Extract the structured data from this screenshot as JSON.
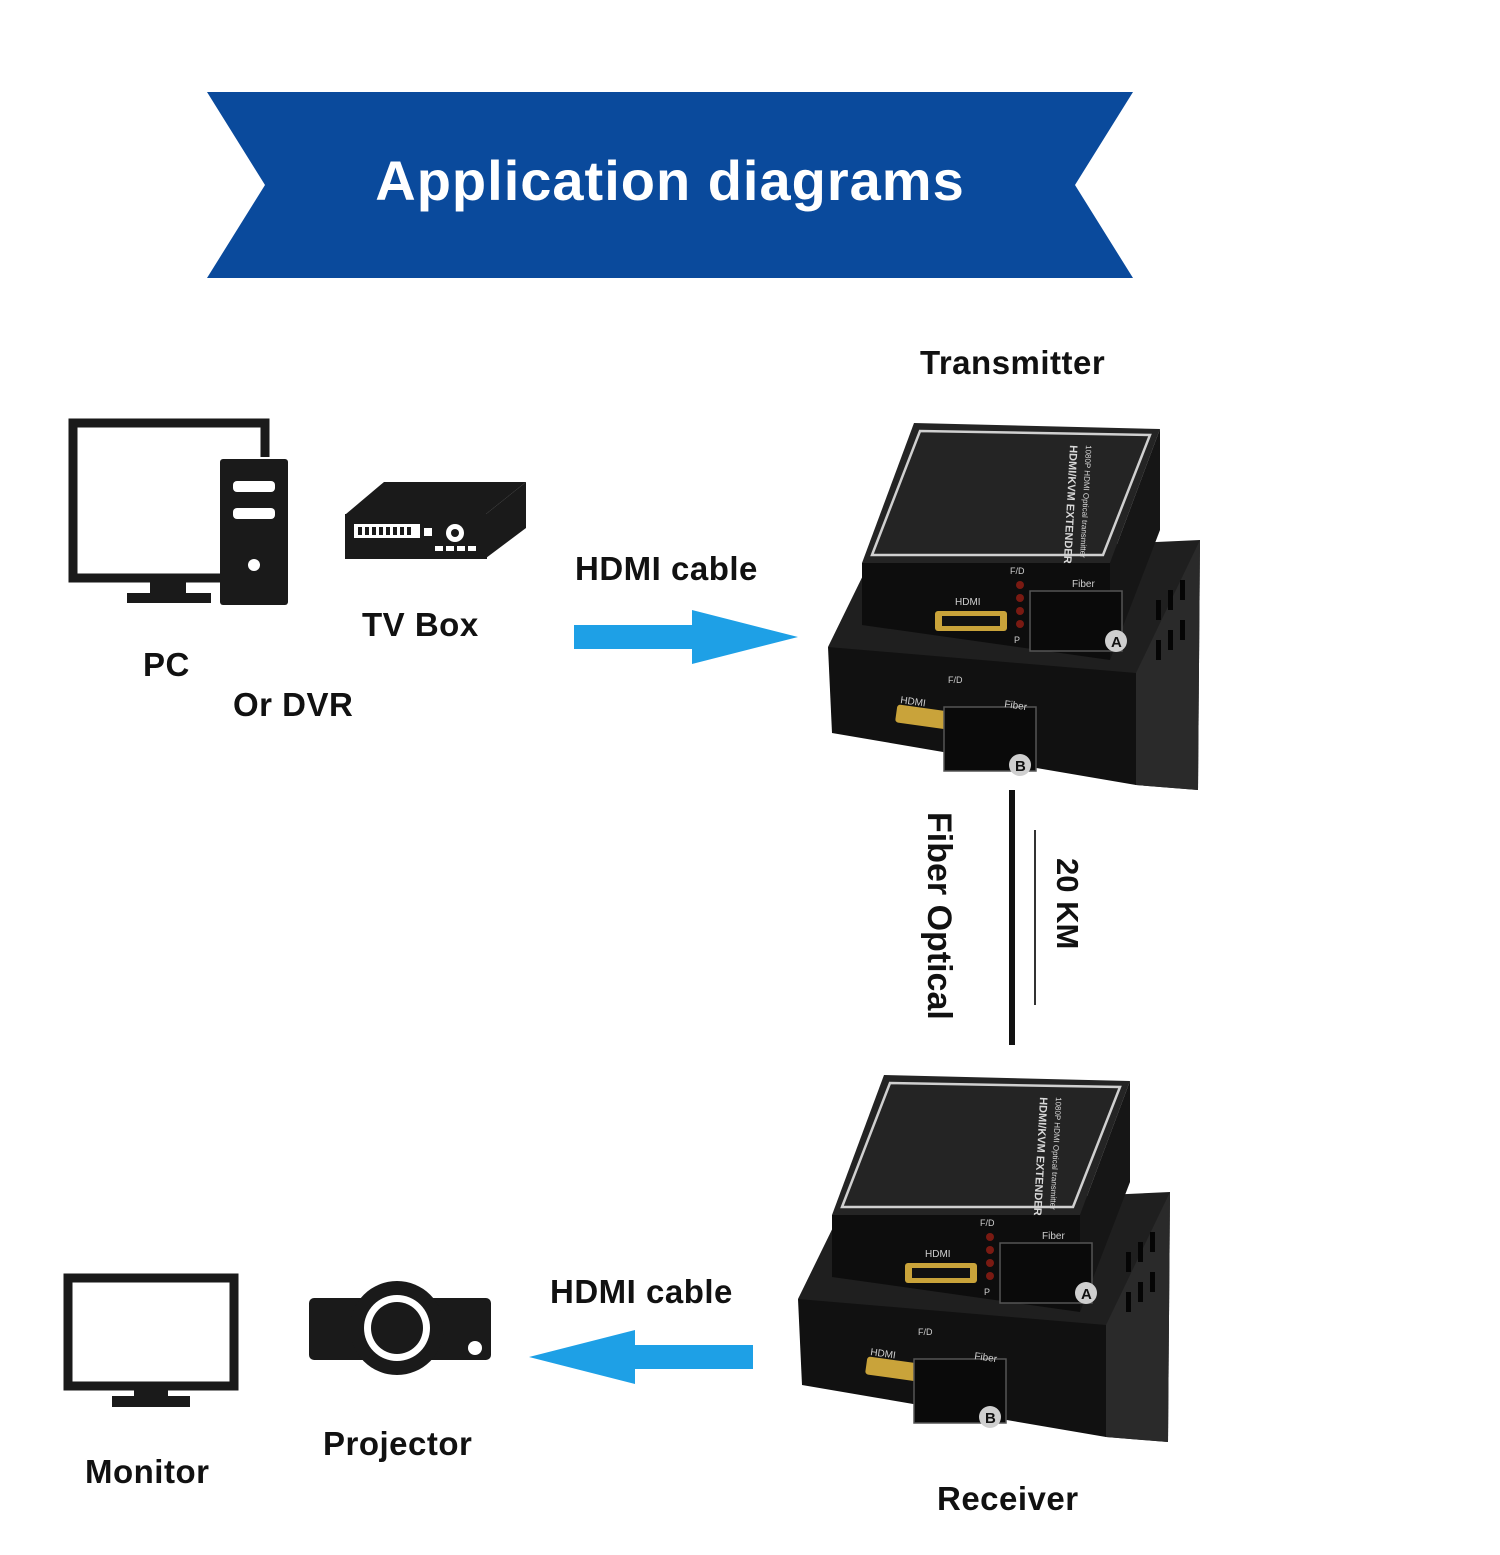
{
  "banner": {
    "title": "Application diagrams",
    "color": "#0a4a9c"
  },
  "sources": {
    "pc_label": "PC",
    "or_label": "Or DVR",
    "tvbox_label": "TV Box"
  },
  "links": {
    "hdmi_top": "HDMI cable",
    "hdmi_bottom": "HDMI cable",
    "fiber_label": "Fiber Optical",
    "distance_label": "20 KM",
    "arrow_color": "#1ea0e6"
  },
  "devices": {
    "transmitter_label": "Transmitter",
    "receiver_label": "Receiver",
    "top_unit_text": "HDMI/KVM EXTENDER",
    "top_unit_subtext": "1080P HDMI Optical transmitter",
    "port_hdmi": "HDMI",
    "port_fiber": "Fiber",
    "led_label_fd": "F/D",
    "led_label_p": "P",
    "unit_a": "A",
    "unit_b": "B"
  },
  "outputs": {
    "monitor_label": "Monitor",
    "projector_label": "Projector"
  }
}
